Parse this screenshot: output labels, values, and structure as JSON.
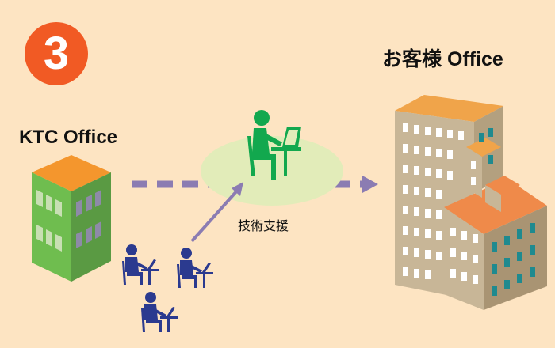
{
  "step": {
    "number": "3"
  },
  "left_office": {
    "label": "KTC Office"
  },
  "right_office": {
    "label": "お客様 Office"
  },
  "support": {
    "label": "技術支援"
  },
  "colors": {
    "background": "#fde4c2",
    "badge": "#f15a24",
    "support_ellipse": "#e2ecb9",
    "arrow": "#8b7cb2",
    "support_person": "#12a84e",
    "team_people": "#2b3a8f",
    "ktc_building": "#6fbd4f",
    "client_building": "#c8b697"
  },
  "icons": {
    "step_badge": "circle-number",
    "left_building": "office-building-icon",
    "right_building": "office-tower-icon",
    "support_person": "person-at-laptop-icon",
    "team": "team-at-desks-icon",
    "connector": "dashed-arrow"
  }
}
